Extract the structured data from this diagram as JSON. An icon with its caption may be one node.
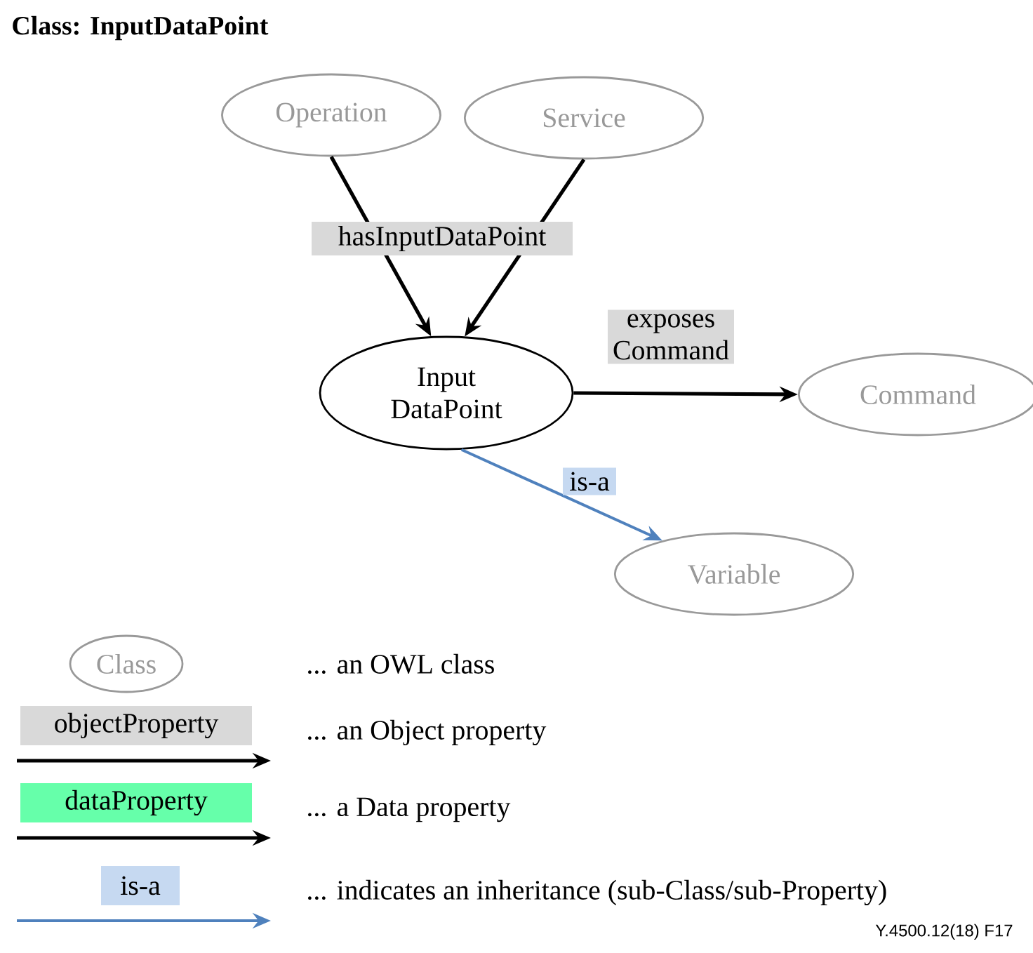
{
  "diagram": {
    "title": "Class: InputDataPoint",
    "nodes": [
      {
        "text": [
          "Operation"
        ]
      },
      {
        "text": [
          "Service"
        ]
      },
      {
        "text": [
          "Input DataPoint"
        ]
      },
      {
        "text": [
          "Command"
        ]
      },
      {
        "text": [
          "Variable"
        ]
      }
    ],
    "edges": [
      {
        "from": 0,
        "to": 2,
        "arrow": "to",
        "label": "hasInputDataPoint"
      },
      {
        "from": 1,
        "to": 2,
        "arrow": "to"
      },
      {
        "from": 2,
        "to": 3,
        "arrow": "to",
        "label": "exposes Command"
      },
      {
        "from": 2,
        "to": 4,
        "arrow": "to",
        "label": "is-a",
        "color": "#4f81bd"
      }
    ],
    "labels": [
      "Class",
      "objectProperty",
      "dataProperty",
      "is-a",
      "Y.4500.12(18)  F17"
    ],
    "legend": [
      {
        "text": "... an OWL class"
      },
      {
        "text": "... an Object property"
      },
      {
        "text": "... a Data property"
      },
      {
        "text": "... indicates an inheritance (sub-Class/sub-Property)"
      }
    ]
  }
}
